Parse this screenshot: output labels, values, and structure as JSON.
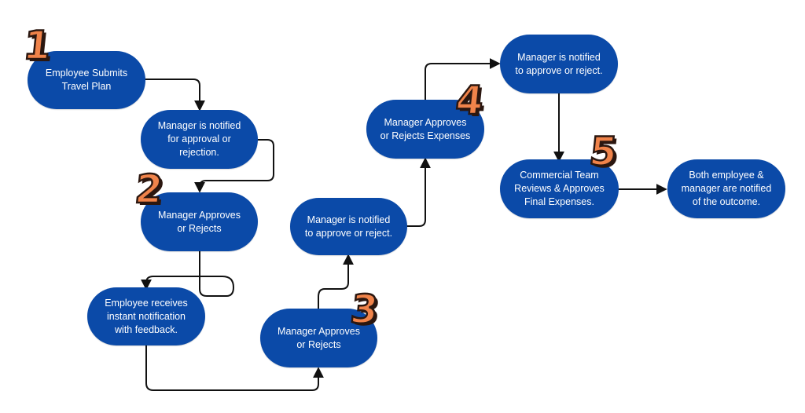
{
  "colors": {
    "node_fill": "#0b4aa8",
    "node_text": "#ffffff",
    "connector": "#111111",
    "step_badge": "#f0834a",
    "step_outline": "#2b1710"
  },
  "steps": [
    "1",
    "2",
    "3",
    "4",
    "5"
  ],
  "nodes": {
    "employee_submits": "Employee Submits\nTravel Plan",
    "manager_notified_1": "Manager is notified\nfor approval or\nrejection.",
    "manager_approves_1": "Manager Approves\nor Rejects",
    "employee_receives": "Employee receives\ninstant notification\nwith feedback.",
    "manager_approves_2": "Manager Approves\nor Rejects",
    "manager_notified_2": "Manager is notified\nto approve or reject.",
    "manager_approves_expenses": "Manager Approves\nor Rejects Expenses",
    "manager_notified_3": "Manager is notified\nto approve or reject.",
    "commercial_team": "Commercial Team\nReviews & Approves\nFinal Expenses.",
    "both_notified": "Both employee &\nmanager are notified\nof the outcome."
  }
}
